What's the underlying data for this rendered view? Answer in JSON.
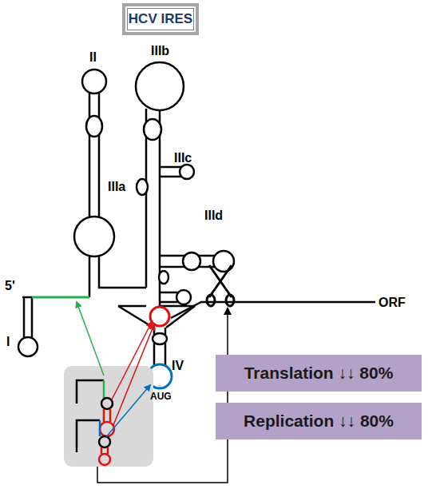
{
  "diagram": {
    "title": "HCV IRES",
    "nodes": [
      {
        "text": [
          "Translation ↓↓ 80%"
        ]
      },
      {
        "text": [
          "Replication ↓↓ 80%"
        ]
      }
    ],
    "labels": [
      "IIIb",
      "II",
      "IIIa",
      "IIIc",
      "IIId",
      "5'",
      "I",
      "ORF",
      "IV",
      "AUG"
    ]
  }
}
